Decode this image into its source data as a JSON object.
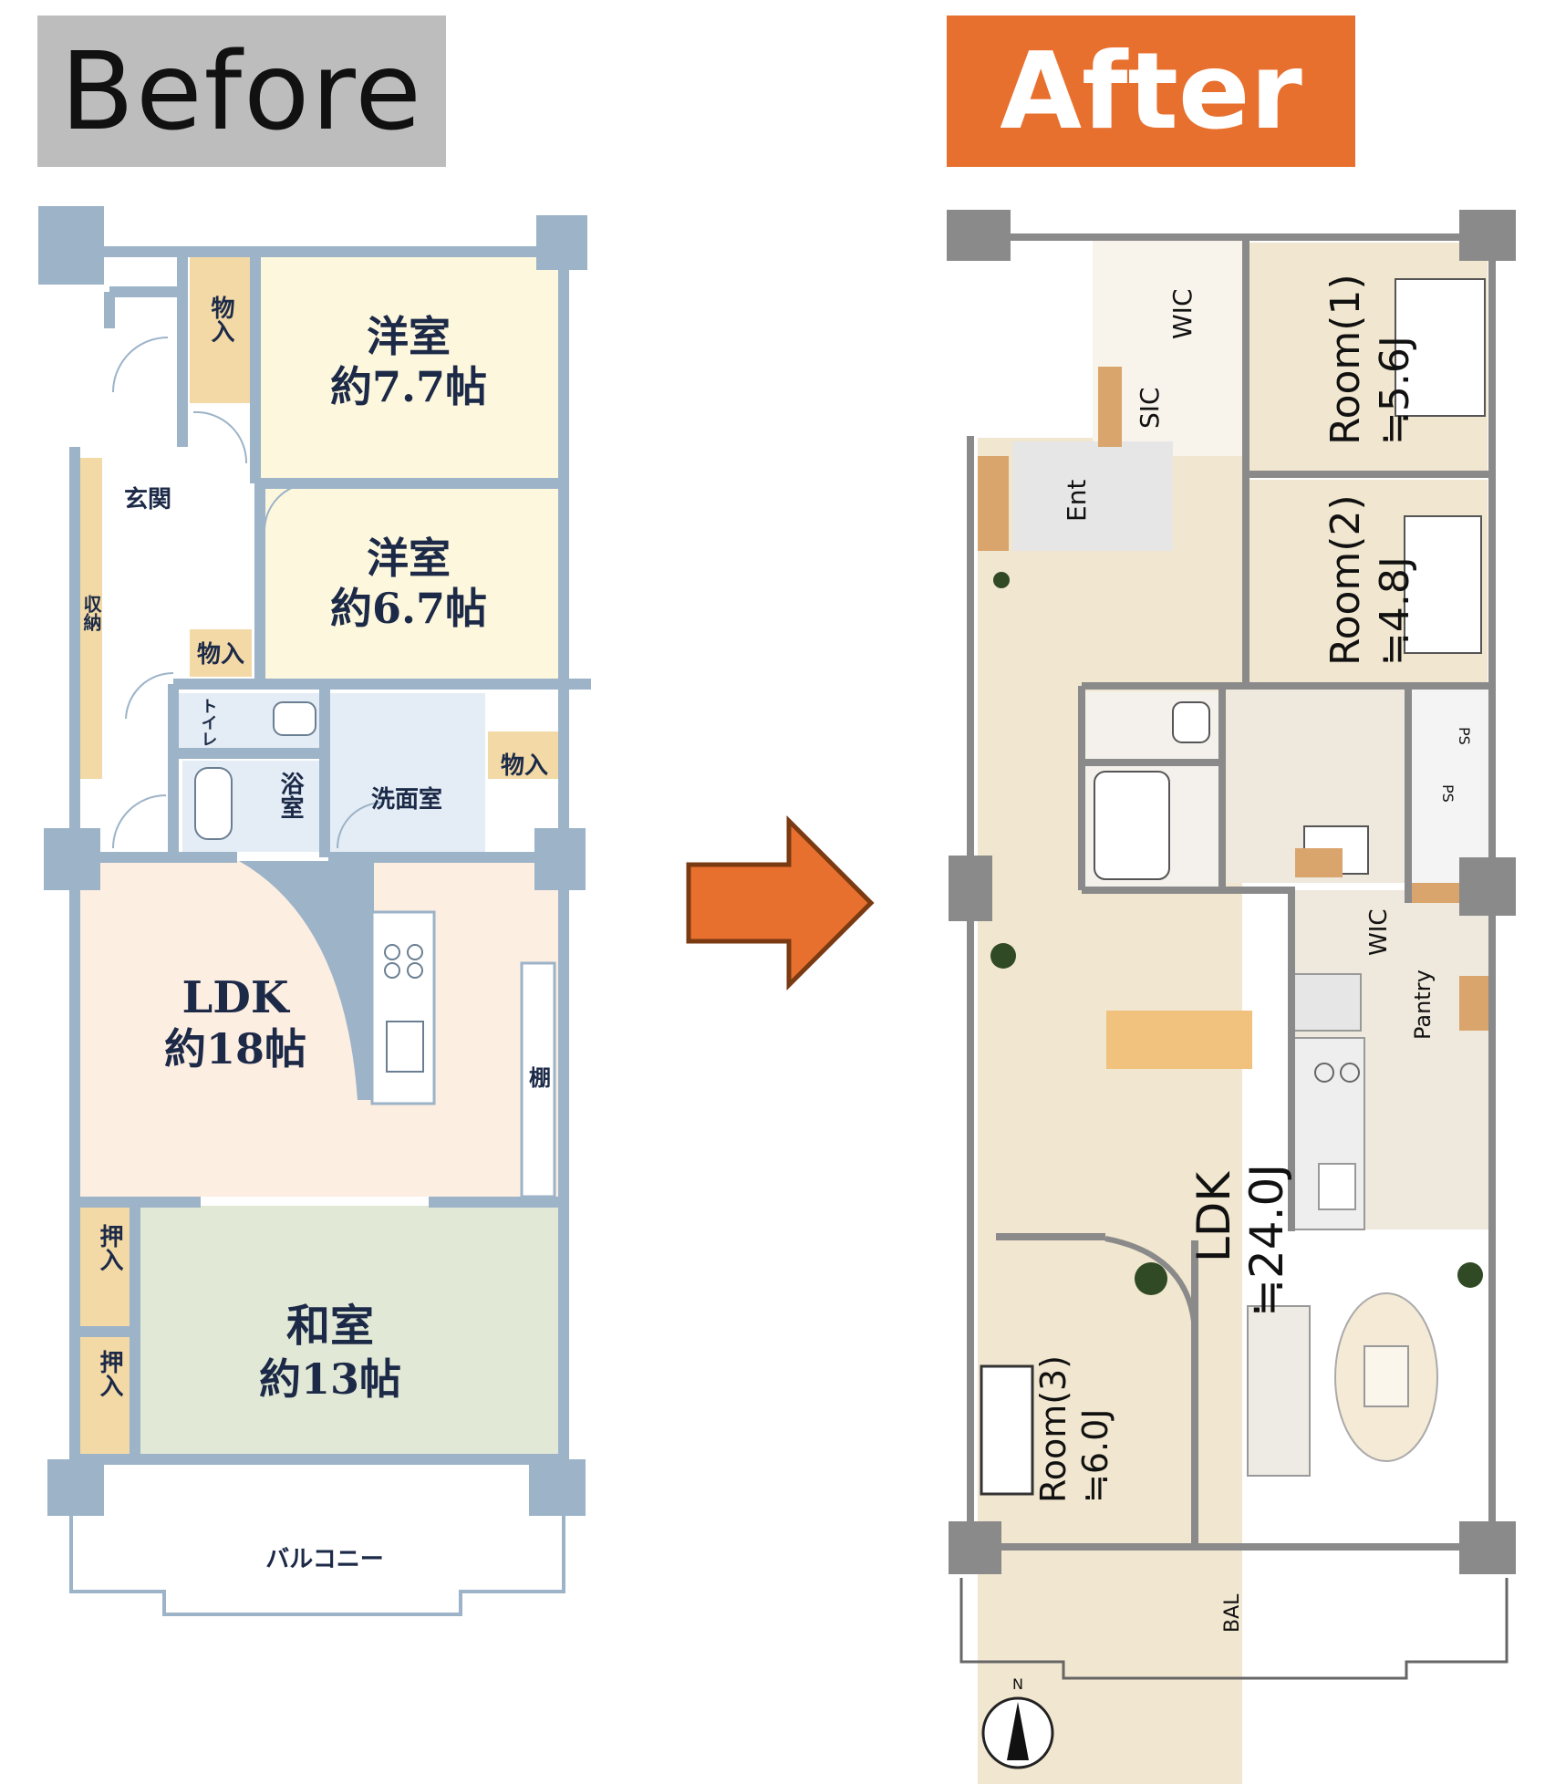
{
  "headers": {
    "before": "Before",
    "after": "After"
  },
  "colors": {
    "after_accent": "#e8702f",
    "before_header_bg": "#bdbdbd",
    "wall": "#9cb3c8",
    "western_room": "#fdf7dd",
    "ldk_before": "#fdeee2",
    "washitsu": "#e2e8d6",
    "storage": "#f2d9a6",
    "floor_after": "#f1e6cf"
  },
  "before": {
    "rooms": [
      {
        "name": "洋室",
        "size": "約7.7帖"
      },
      {
        "name": "洋室",
        "size": "約6.7帖"
      },
      {
        "name": "LDK",
        "size": "約18帖"
      },
      {
        "name": "和室",
        "size": "約13帖"
      }
    ],
    "labels": {
      "storage_top": "物入",
      "entrance": "玄関",
      "storage_hall": "収納",
      "storage_mid": "物入",
      "toilet": "トイレ",
      "bath": "浴室",
      "washroom": "洗面室",
      "storage_wash": "物入",
      "shelf": "棚",
      "closet_1": "押入",
      "closet_2": "押入",
      "balcony": "バルコニー"
    }
  },
  "after": {
    "rooms": [
      {
        "name": "Room(1)",
        "size": "≒5.6J"
      },
      {
        "name": "Room(2)",
        "size": "≒4.8J"
      },
      {
        "name": "LDK",
        "size": "≒24.0J"
      },
      {
        "name": "Room(3)",
        "size": "≒6.0J"
      }
    ],
    "labels": {
      "wic_top": "WIC",
      "sic": "SIC",
      "entrance": "Ent",
      "ps_1": "PS",
      "ps_2": "PS",
      "wic_mid": "WIC",
      "pantry": "Pantry",
      "balcony": "BAL",
      "north": "N"
    }
  }
}
